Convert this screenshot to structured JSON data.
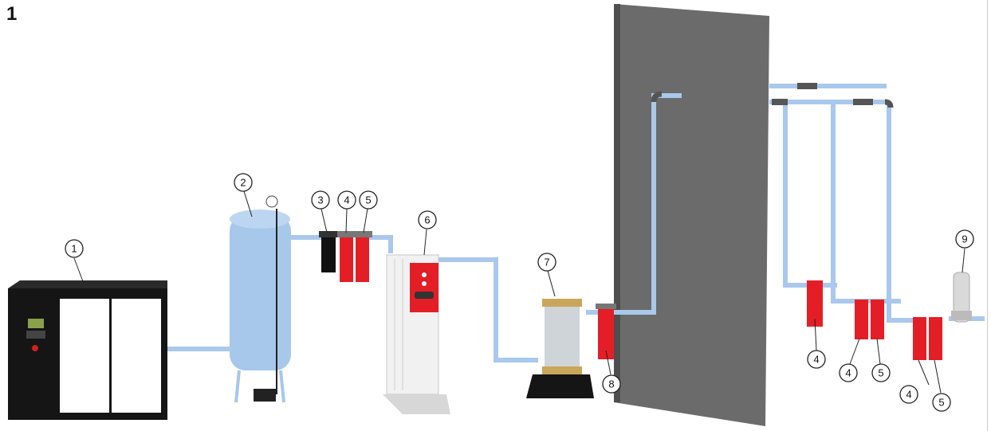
{
  "figure_number": "1",
  "callouts": [
    "1",
    "2",
    "3",
    "4",
    "5",
    "6",
    "7",
    "8",
    "4",
    "4",
    "5",
    "4",
    "5",
    "9"
  ],
  "colors": {
    "pipe": "#a9c8ec",
    "filter_red": "#e41e26",
    "wall": "#666666",
    "compressor": "#151515",
    "receiver": "#a7c7eb"
  },
  "components": [
    "compressor",
    "air-receiver",
    "filter-3",
    "filter-4",
    "filter-5",
    "dryer-6",
    "dryer-7",
    "filter-8",
    "filter-9"
  ]
}
